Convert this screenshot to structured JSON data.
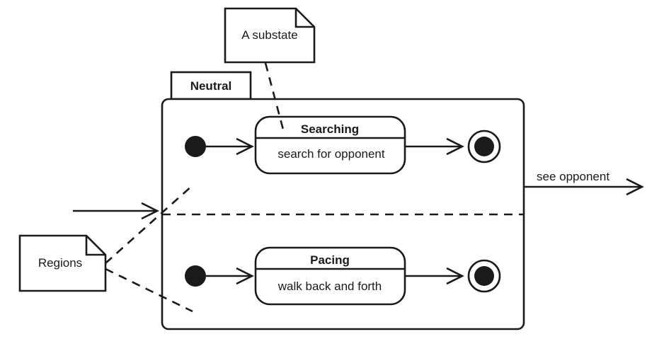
{
  "notes": {
    "substate": "A substate",
    "regions": "Regions"
  },
  "composite_state": {
    "name": "Neutral"
  },
  "states": {
    "searching": {
      "name": "Searching",
      "activity": "search for opponent"
    },
    "pacing": {
      "name": "Pacing",
      "activity": "walk back and forth"
    }
  },
  "transitions": {
    "exit_label": "see opponent"
  }
}
